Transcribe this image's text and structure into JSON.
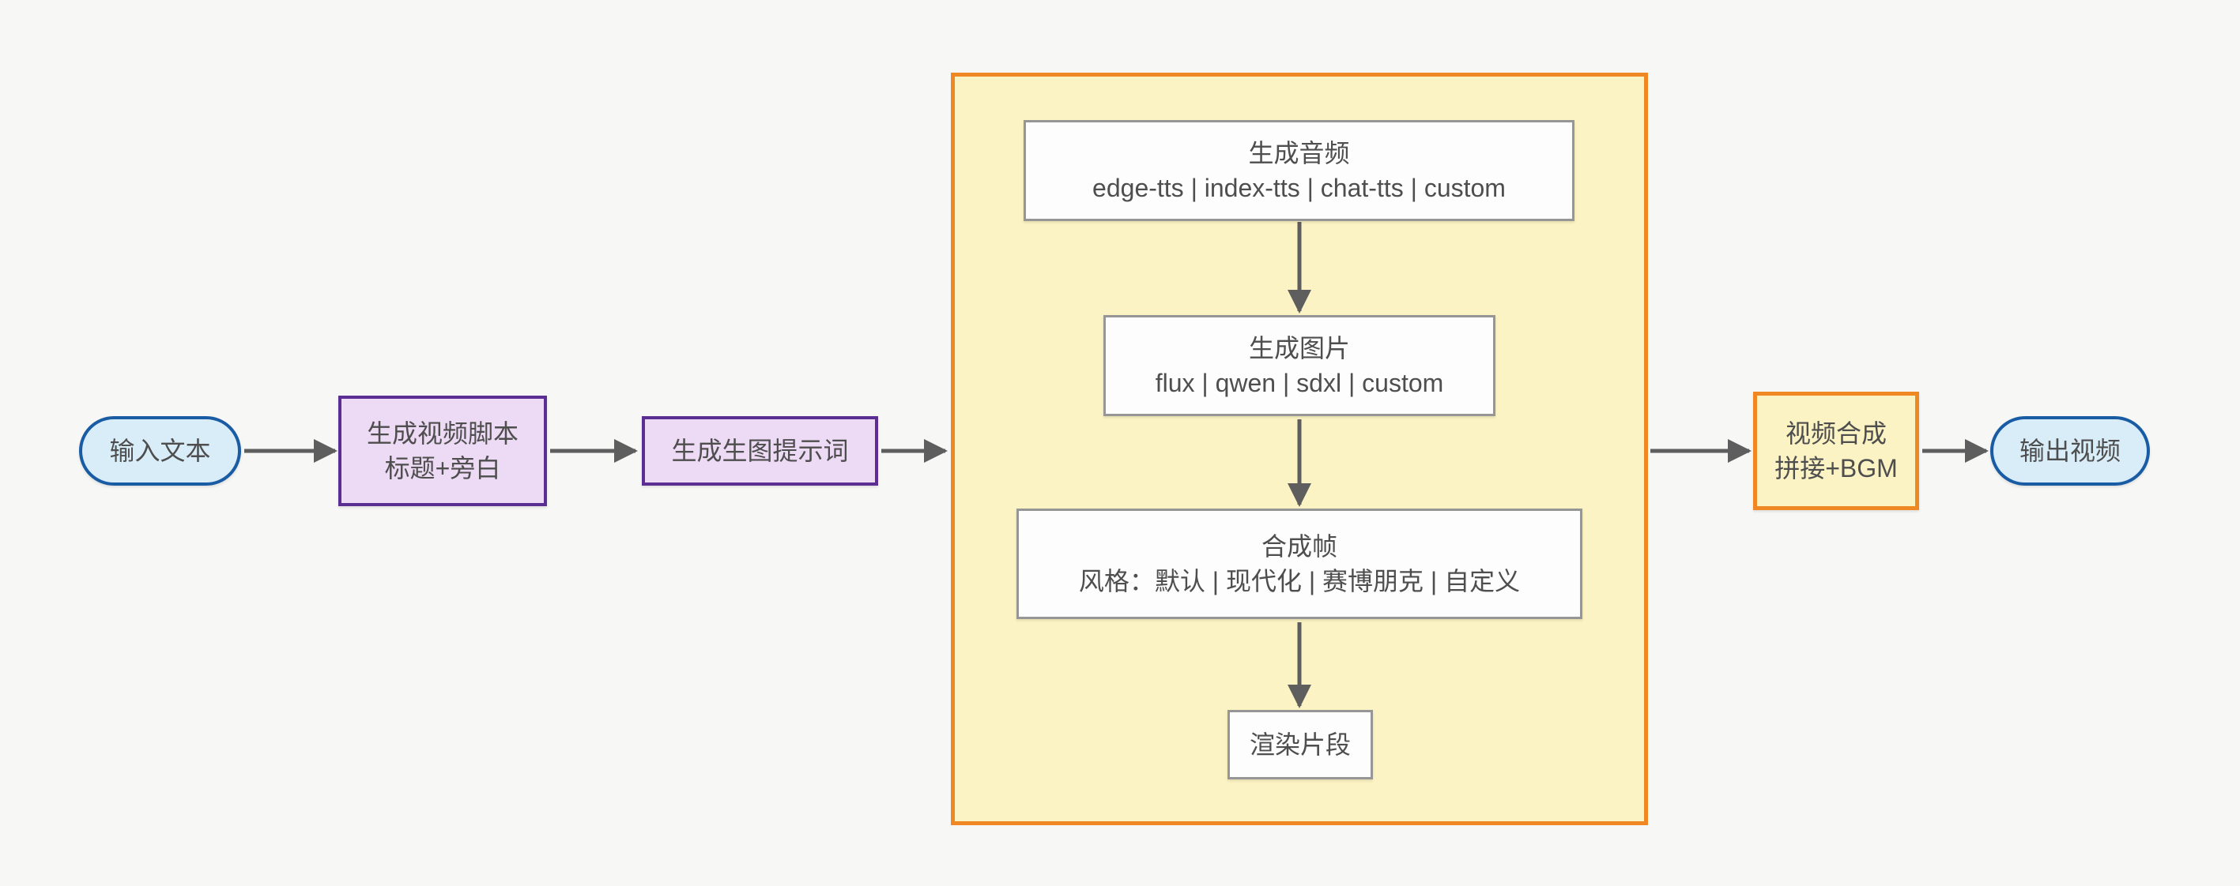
{
  "diagram": {
    "type": "flowchart",
    "direction": "left-to-right",
    "colors": {
      "background": "#f7f7f5",
      "terminal_fill": "#d9edf9",
      "terminal_border": "#1a5ca4",
      "process_fill": "#eddaf4",
      "process_border": "#5c2d93",
      "group_fill": "#fbf3c3",
      "group_border": "#ef8822",
      "step_fill": "#fdfdfd",
      "step_border": "#969696",
      "arrow": "#5e5e5e",
      "text": "#4e4e4e"
    },
    "nodes": {
      "input": {
        "label": "输入文本"
      },
      "script": {
        "line1": "生成视频脚本",
        "line2": "标题+旁白"
      },
      "prompt": {
        "label": "生成生图提示词"
      },
      "audio": {
        "title": "生成音频",
        "options": "edge-tts | index-tts | chat-tts | custom"
      },
      "image": {
        "title": "生成图片",
        "options": "flux | qwen | sdxl | custom"
      },
      "frame": {
        "title": "合成帧",
        "options": "风格：默认 | 现代化 | 赛博朋克 | 自定义"
      },
      "render": {
        "label": "渲染片段"
      },
      "compose": {
        "line1": "视频合成",
        "line2": "拼接+BGM"
      },
      "output": {
        "label": "输出视频"
      }
    },
    "edges": [
      {
        "from": "input",
        "to": "script"
      },
      {
        "from": "script",
        "to": "prompt"
      },
      {
        "from": "prompt",
        "to": "group"
      },
      {
        "from": "audio",
        "to": "image"
      },
      {
        "from": "image",
        "to": "frame"
      },
      {
        "from": "frame",
        "to": "render"
      },
      {
        "from": "group",
        "to": "compose"
      },
      {
        "from": "compose",
        "to": "output"
      }
    ]
  }
}
